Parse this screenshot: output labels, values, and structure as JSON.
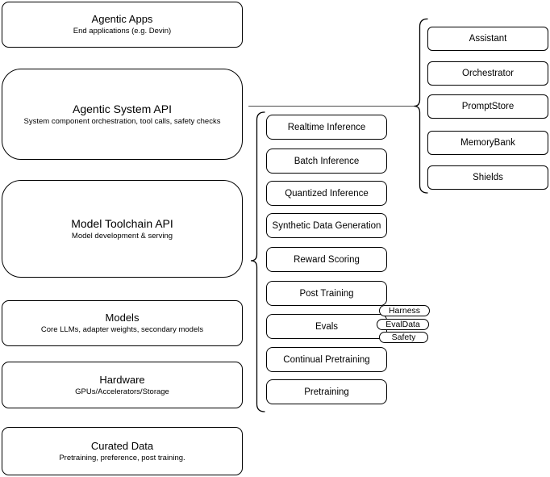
{
  "diagram": {
    "left_stack": [
      {
        "title": "Agentic Apps",
        "subtitle": "End applications (e.g. Devin)"
      },
      {
        "title": "Agentic System API",
        "subtitle": "System component orchestration, tool calls, safety checks"
      },
      {
        "title": "Model Toolchain API",
        "subtitle": "Model development & serving"
      },
      {
        "title": "Models",
        "subtitle": "Core LLMs, adapter weights, secondary models"
      },
      {
        "title": "Hardware",
        "subtitle": "GPUs/Accelerators/Storage"
      },
      {
        "title": "Curated Data",
        "subtitle": "Pretraining, preference, post training."
      }
    ],
    "toolchain_components": [
      "Realtime Inference",
      "Batch Inference",
      "Quantized Inference",
      "Synthetic Data Generation",
      "Reward Scoring",
      "Post Training",
      "Evals",
      "Continual Pretraining",
      "Pretraining"
    ],
    "eval_tags": [
      "Harness",
      "EvalData",
      "Safety"
    ],
    "system_components": [
      "Assistant",
      "Orchestrator",
      "PromptStore",
      "MemoryBank",
      "Shields"
    ],
    "colors": {
      "stroke": "#000000",
      "background": "#ffffff",
      "text": "#000000"
    }
  }
}
